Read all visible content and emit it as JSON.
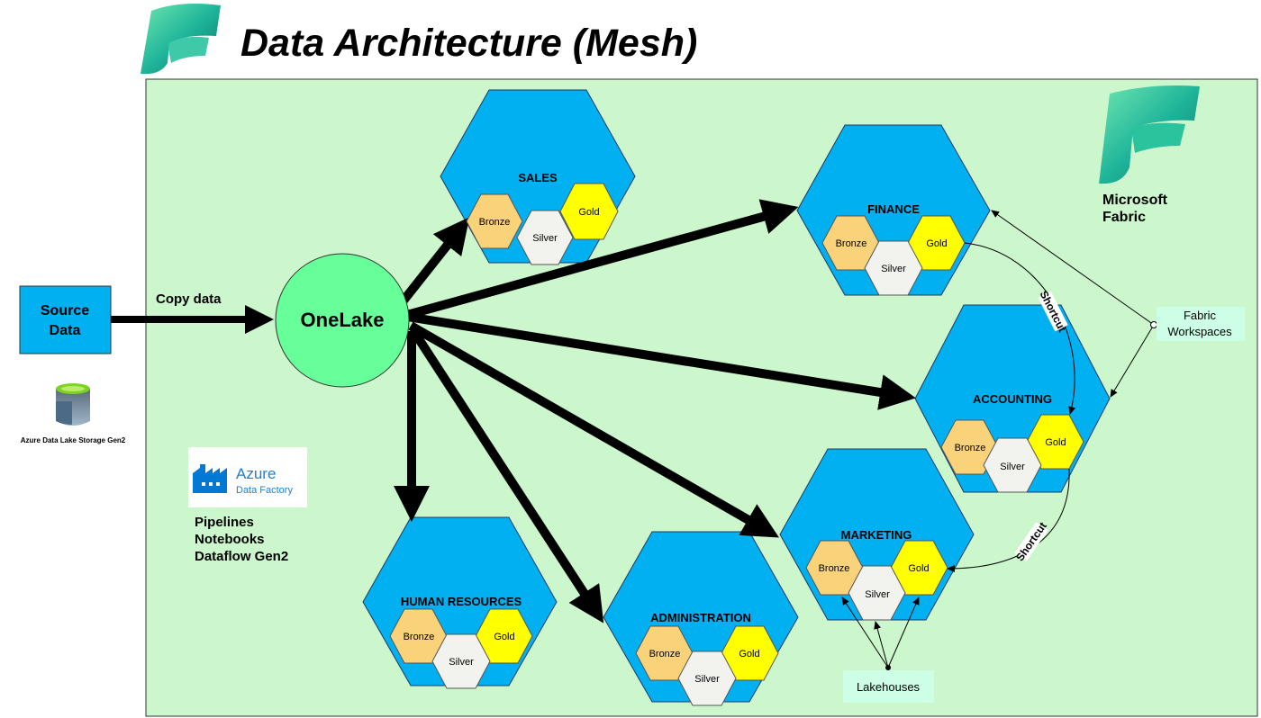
{
  "title": "Data Architecture (Mesh)",
  "brand": {
    "line1": "Microsoft",
    "line2": "Fabric"
  },
  "source": {
    "line1": "Source",
    "line2": "Data"
  },
  "adls_label": "Azure Data Lake Storage Gen2",
  "adf": {
    "line1": "Azure",
    "line2": "Data Factory"
  },
  "adf_tools": [
    "Pipelines",
    "Notebooks",
    "Dataflow Gen2"
  ],
  "copy_label": "Copy data",
  "onelake": "OneLake",
  "layers": {
    "bronze": "Bronze",
    "silver": "Silver",
    "gold": "Gold"
  },
  "domains": {
    "sales": "SALES",
    "finance": "FINANCE",
    "accounting": "ACCOUNTING",
    "marketing": "MARKETING",
    "human_resources": "HUMAN RESOURCES",
    "administration": "ADMINISTRATION"
  },
  "shortcut_label": "Shortcut",
  "fabric_workspaces": {
    "line1": "Fabric",
    "line2": "Workspaces"
  },
  "lakehouses": "Lakehouses",
  "colors": {
    "canvas": "#ccf7cc",
    "hex_blue": "#00b0f0",
    "bronze": "#f9d27a",
    "silver": "#f2f2ee",
    "gold": "#ffff00",
    "onelake": "#66ff99",
    "source": "#00b0f0",
    "callout": "#ccffe6"
  }
}
